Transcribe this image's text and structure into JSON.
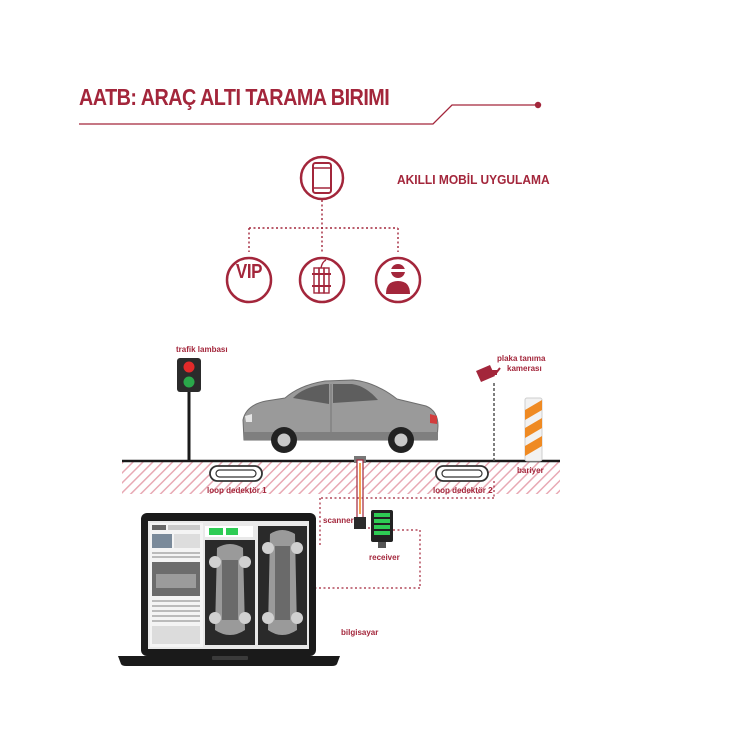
{
  "header": {
    "title": "AATB: ARAÇ ALTI TARAMA BIRIMI"
  },
  "app": {
    "title": "AKILLI MOBİL UYGULAMA",
    "vip_label": "VIP"
  },
  "labels": {
    "traffic_light": "trafik lambası",
    "camera_line1": "plaka tanıma",
    "camera_line2": "kamerası",
    "loop1": "loop dedektör 1",
    "loop2": "loop dedektör 2",
    "barrier": "bariyer",
    "scanner": "scanner",
    "receiver": "receiver",
    "computer": "bilgisayar"
  },
  "colors": {
    "accent": "#a3263b",
    "road_hatch": "#e8a9b4",
    "car": "#9a9a9a"
  },
  "icons": [
    "smartphone-icon",
    "vip-icon",
    "explosive-icon",
    "masked-person-icon",
    "traffic-light-icon",
    "security-camera-icon"
  ]
}
